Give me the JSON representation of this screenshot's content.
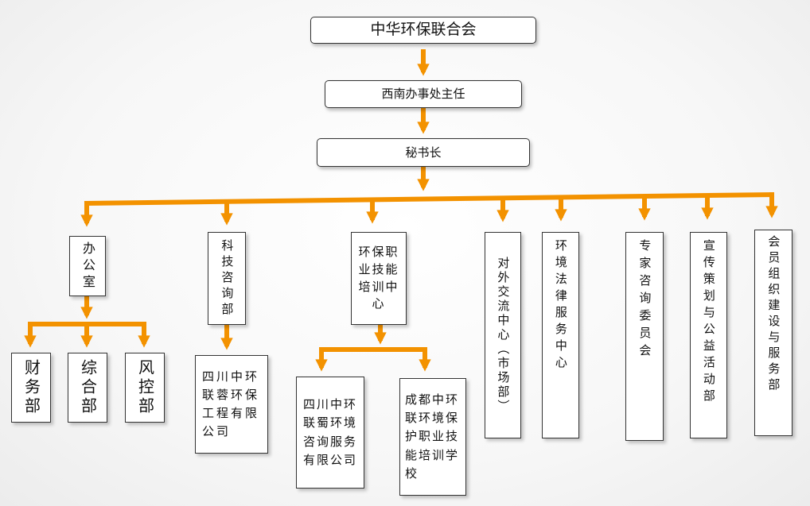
{
  "org": {
    "root": "中华环保联合会",
    "level2": "西南办事处主任",
    "level3": "秘书长",
    "departments": [
      "办公室",
      "科技咨询部",
      "环保职业技能培训中心",
      "对外交流中心（市场部）",
      "环境法律服务中心",
      "专家咨询委员会",
      "宣传策划与公益活动部",
      "会员组织建设与服务部"
    ],
    "office_units": [
      "财务部",
      "综合部",
      "风控部"
    ],
    "tech_sub": "四川中环联蓉环保工程有限公司",
    "training_subs": [
      "四川中环联蜀环境咨询服务有限公司",
      "成都中环联环境保护职业技能培训学校"
    ]
  },
  "colors": {
    "connector": "#f39200",
    "box_border": "#333333",
    "box_fill": "#ffffff"
  }
}
